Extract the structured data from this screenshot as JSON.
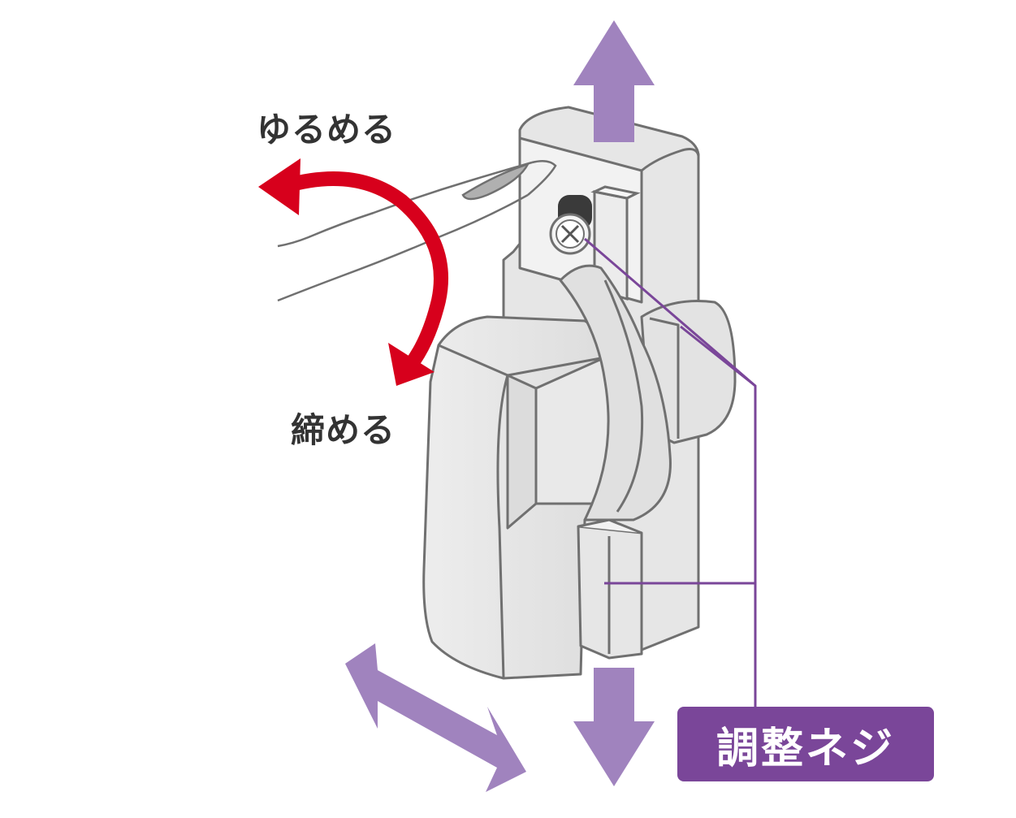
{
  "labels": {
    "loosen": "ゆるめる",
    "tighten": "締める",
    "adjust_screw": "調整ネジ"
  },
  "colors": {
    "rotation_arrow": "#d7001c",
    "movement_arrows": "#a083be",
    "callout": "#7a4699",
    "part_fill": "#e5e5e5",
    "outline": "#707070"
  },
  "icons": {
    "rotation": "curved-double-arrow",
    "movement": "double-arrows",
    "tool": "screwdriver"
  }
}
